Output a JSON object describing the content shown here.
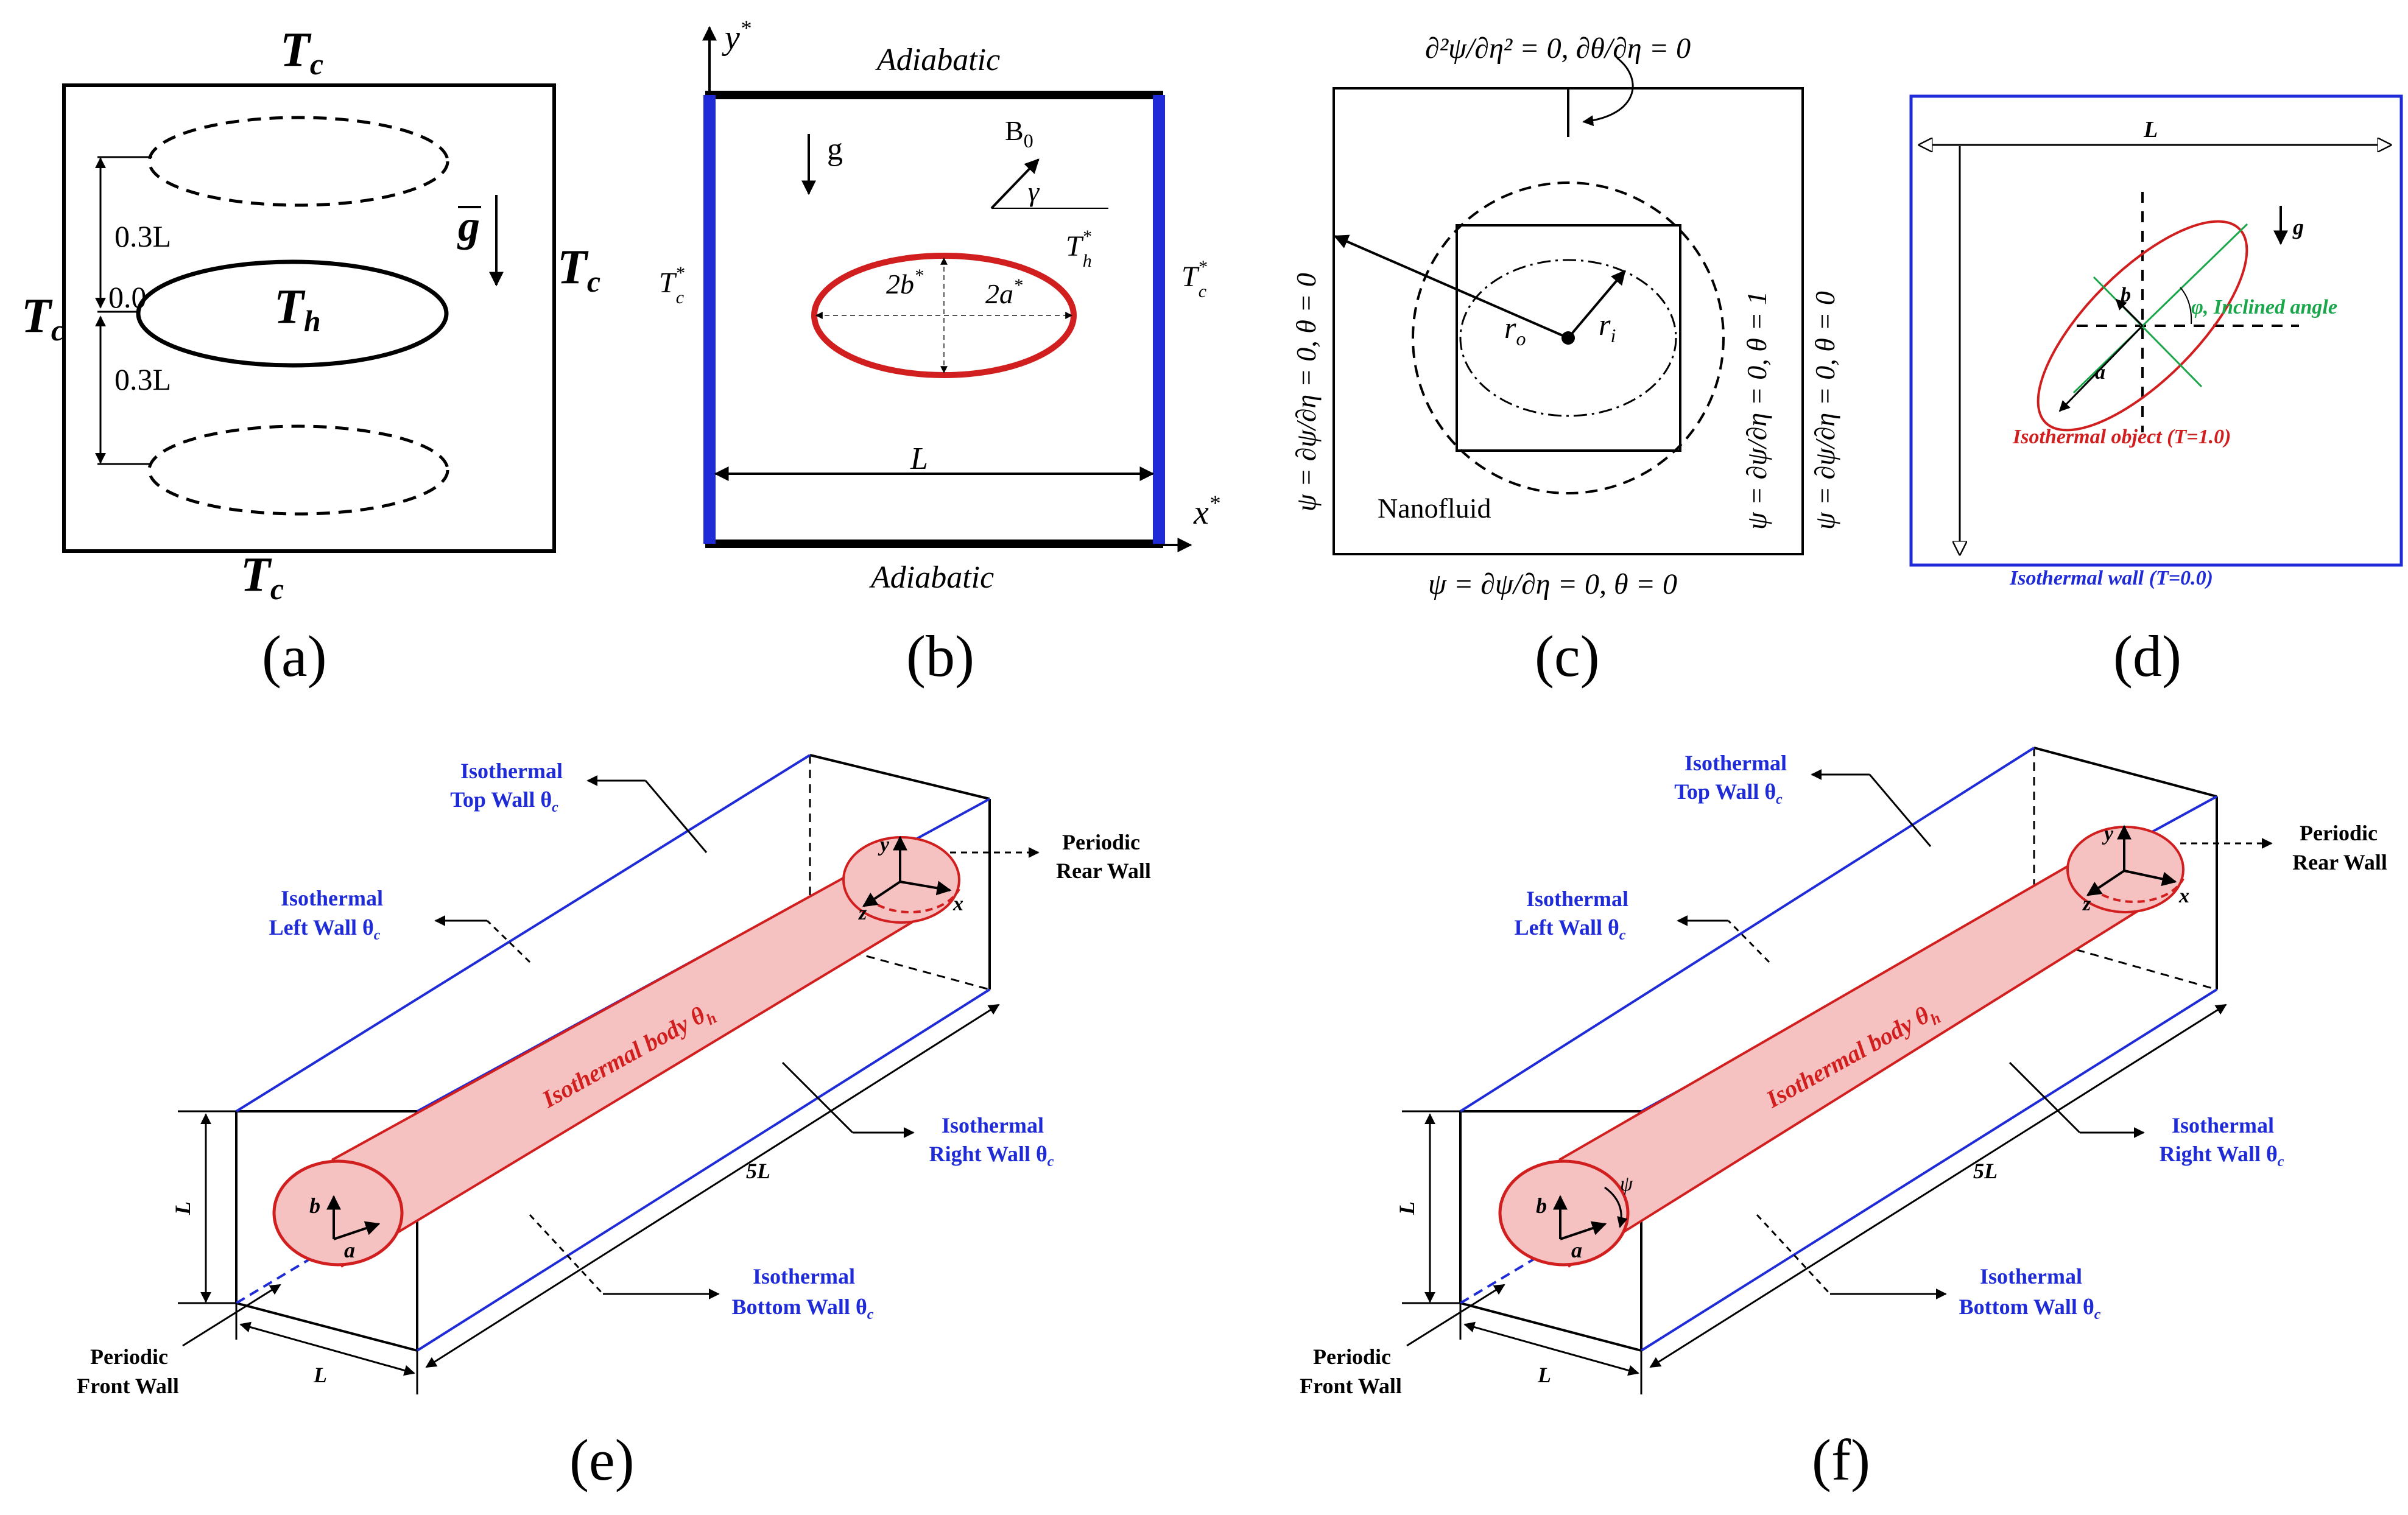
{
  "captions": {
    "a": "(a)",
    "b": "(b)",
    "c": "(c)",
    "d": "(d)",
    "e": "(e)",
    "f": "(f)"
  },
  "colors": {
    "blue": "#1f2bd6",
    "red": "#d11f1f",
    "green": "#1aa64a",
    "body_fill": "#f6c1c1",
    "black": "#000000"
  },
  "panel_a": {
    "tc_top": "T",
    "tc_left": "T",
    "tc_right": "T",
    "tc_bottom": "T",
    "tc_sub": "c",
    "th": "T",
    "th_sub": "h",
    "dim_upper": "0.3L",
    "dim_zero": "0.0",
    "dim_lower": "0.3L",
    "gravity": "g"
  },
  "panel_b": {
    "adiabatic_top": "Adiabatic",
    "adiabatic_bottom": "Adiabatic",
    "y_axis": "y",
    "x_axis": "x",
    "star": "*",
    "gravity": "g",
    "field": "B",
    "field_sub": "0",
    "angle": "γ",
    "tc": "T",
    "tc_sub": "c",
    "th": "T",
    "th_sub": "h",
    "minor": "2b",
    "major": "2a",
    "length": "L"
  },
  "panel_c": {
    "top_bc": "∂²ψ/∂η² = 0, ∂θ/∂η = 0",
    "left_bc": "ψ = ∂ψ/∂η = 0, θ = 0",
    "inner_bc": "ψ = ∂ψ/∂η = 0, θ = 1",
    "right_bc": "ψ = ∂ψ/∂η = 0, θ = 0",
    "bottom_bc": "ψ = ∂ψ/∂η = 0, θ = 0",
    "r_outer": "r",
    "r_outer_sub": "o",
    "r_inner": "r",
    "r_inner_sub": "i",
    "fluid": "Nanofluid"
  },
  "panel_d": {
    "length": "L",
    "gravity": "g",
    "minor": "b",
    "major": "a",
    "angle_label": "φ, Inclined angle",
    "object_label": "Isothermal object (T=1.0)",
    "wall_label": "Isothermal wall (T=0.0)"
  },
  "panel_e": {
    "top_wall": [
      "Isothermal",
      "Top Wall θ"
    ],
    "left_wall": [
      "Isothermal",
      "Left Wall θ"
    ],
    "right_wall": [
      "Isothermal",
      "Right Wall θ"
    ],
    "bottom_wall": [
      "Isothermal",
      "Bottom Wall θ"
    ],
    "wall_sub": "c",
    "rear_wall": [
      "Periodic",
      "Rear Wall"
    ],
    "front_wall": [
      "Periodic",
      "Front Wall"
    ],
    "body": "Isothermal body θ",
    "body_sub": "h",
    "height": "L",
    "depth": "L",
    "length": "5L",
    "a": "a",
    "b": "b",
    "x": "x",
    "y": "y",
    "z": "z"
  },
  "panel_f": {
    "top_wall": [
      "Isothermal",
      "Top Wall θ"
    ],
    "left_wall": [
      "Isothermal",
      "Left Wall θ"
    ],
    "right_wall": [
      "Isothermal",
      "Right Wall θ"
    ],
    "bottom_wall": [
      "Isothermal",
      "Bottom Wall θ"
    ],
    "wall_sub": "c",
    "rear_wall": [
      "Periodic",
      "Rear Wall"
    ],
    "front_wall": [
      "Periodic",
      "Front Wall"
    ],
    "body": "Isothermal body θ",
    "body_sub": "h",
    "height": "L",
    "depth": "L",
    "length": "5L",
    "a": "a",
    "b": "b",
    "x": "x",
    "y": "y",
    "z": "z",
    "angle": "ψ"
  }
}
